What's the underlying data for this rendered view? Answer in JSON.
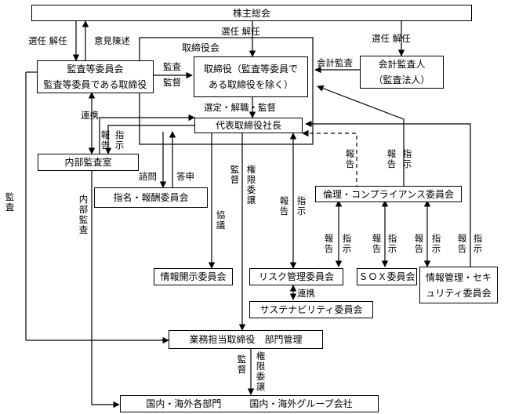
{
  "boxes": {
    "shareholders": "株主総会",
    "audit_committee_line1": "監査等委員会",
    "audit_committee_line2": "監査等委員である取締役",
    "board_frame_title": "取締役会",
    "directors_line1": "取締役（監査等委員で",
    "directors_line2": "ある取締役を除く）",
    "accounting_auditor_line1": "会計監査人",
    "accounting_auditor_line2": "（監査法人）",
    "representative_director": "代表取締役社長",
    "internal_audit": "内部監査室",
    "nomination_committee": "指名・報酬委員会",
    "ethics_committee": "倫理・コンプライアンス委員会",
    "disclosure_committee": "情報開示委員会",
    "risk_committee": "リスク管理委員会",
    "sox_committee": "ＳＯＸ委員会",
    "infosec_committee_line1": "情報管理・セキ",
    "infosec_committee_line2": "ュリティ委員会",
    "sustainability_committee": "サステナビリティ委員会",
    "business_directors": "業務担当取締役　部門管理",
    "domestic_overseas": "国内・海外各部門　　　国内・海外グループ会社"
  },
  "labels": {
    "elect_dismiss_left": "選任 解任",
    "opinion": "意見陳述",
    "elect_dismiss_center": "選任 解任",
    "elect_dismiss_right": "選任 解任",
    "audit_supervise_1": "監査",
    "audit_supervise_2": "監督",
    "accounting_audit": "会計監査",
    "select_dismiss_supervise": "選定・解職・監督",
    "cooperation_1": "連携",
    "report_1": "報告",
    "instruct_1": "指示",
    "consult": "諮問",
    "advise": "答申",
    "audit_left": "監査",
    "internal_audit_v": "内部監査",
    "consultation": "協議",
    "supervise_v": "監督",
    "authority_delegation": "権限委譲",
    "report_2": "報告",
    "instruct_2": "指示",
    "report_3": "報告",
    "report_4": "報告",
    "instruct_4": "指示",
    "report_e1": "報告",
    "instruct_e1": "指示",
    "report_e2": "報告",
    "instruct_e2": "指示",
    "report_e3": "報告",
    "instruct_e3": "指示",
    "report_e4": "報告",
    "instruct_e4": "指示",
    "cooperation_2": "連携",
    "supervise_v2": "監督",
    "authority_delegation_2": "権限委譲"
  }
}
